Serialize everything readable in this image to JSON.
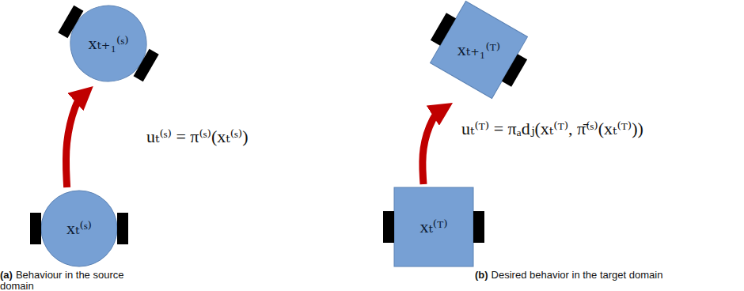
{
  "diagram": {
    "nodes": [
      {
        "text": [
          "xₜ₊₁⁽ˢ⁾"
        ]
      },
      {
        "text": [
          "xₜ⁽ˢ⁾"
        ]
      },
      {
        "text": [
          "xₜ₊₁⁽ᵀ⁾"
        ]
      },
      {
        "text": [
          "xₜ⁽ᵀ⁾"
        ]
      }
    ],
    "edges": [
      {
        "from": 1,
        "to": 0,
        "arrow": "to",
        "label": "uₜ⁽ˢ⁾ = π⁽ˢ⁾(xₜ⁽ˢ⁾)"
      },
      {
        "from": 3,
        "to": 2,
        "arrow": "to",
        "label": "uₜ⁽ᵀ⁾ = πₐdⱼ(xₜ⁽ᵀ⁾, π̄⁽ˢ⁾(xₜ⁽ᵀ⁾))"
      }
    ],
    "labels": [
      "(a)",
      "Behaviour in the source domain",
      "(b)",
      "Desired behavior in the target domain"
    ]
  }
}
